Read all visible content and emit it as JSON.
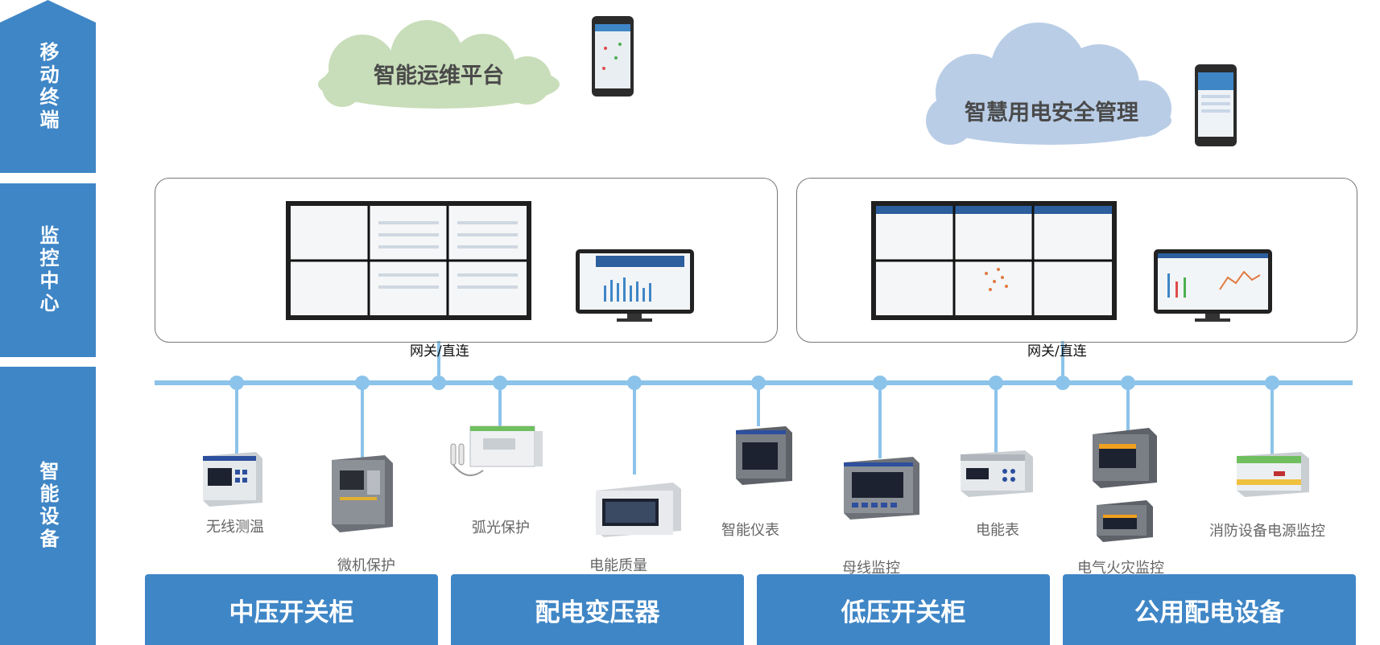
{
  "layers": {
    "mobile": "移动终端",
    "monitoring": "监控中心",
    "devices": "智能设备"
  },
  "clouds": {
    "left": "智能运维平台",
    "right": "智慧用电安全管理"
  },
  "gateways": {
    "left": "网关/直连",
    "right": "网关/直连"
  },
  "devices": [
    "无线测温",
    "微机保护",
    "弧光保护",
    "电能质量",
    "智能仪表",
    "母线监控",
    "电能表",
    "电气火灾监控",
    "消防设备电源监控"
  ],
  "categories": [
    "中压开关柜",
    "配电变压器",
    "低压开关柜",
    "公用配电设备"
  ],
  "colors": {
    "layer_blue": "#3f86c6",
    "bus_blue": "#8cc3ea",
    "cloud_green": "#c8ddb9",
    "cloud_blue": "#b9cde6"
  }
}
